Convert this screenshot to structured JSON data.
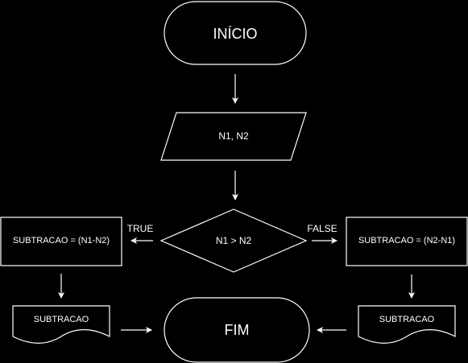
{
  "diagram": {
    "background": "#000000",
    "stroke_color": "#ffffff",
    "text_color": "#ffffff",
    "nodes": {
      "start": {
        "label": "INÍCIO",
        "shape": "terminator"
      },
      "input": {
        "label": "N1, N2",
        "shape": "parallelogram"
      },
      "decision": {
        "label": "N1 > N2",
        "shape": "diamond"
      },
      "process_true": {
        "label": "SUBTRACAO = (N1-N2)",
        "shape": "rectangle"
      },
      "process_false": {
        "label": "SUBTRACAO = (N2-N1)",
        "shape": "rectangle"
      },
      "output_true": {
        "label": "SUBTRACAO",
        "shape": "document"
      },
      "output_false": {
        "label": "SUBTRACAO",
        "shape": "document"
      },
      "end": {
        "label": "FIM",
        "shape": "terminator"
      }
    },
    "edges": {
      "true_label": "TRUE",
      "false_label": "FALSE"
    }
  }
}
